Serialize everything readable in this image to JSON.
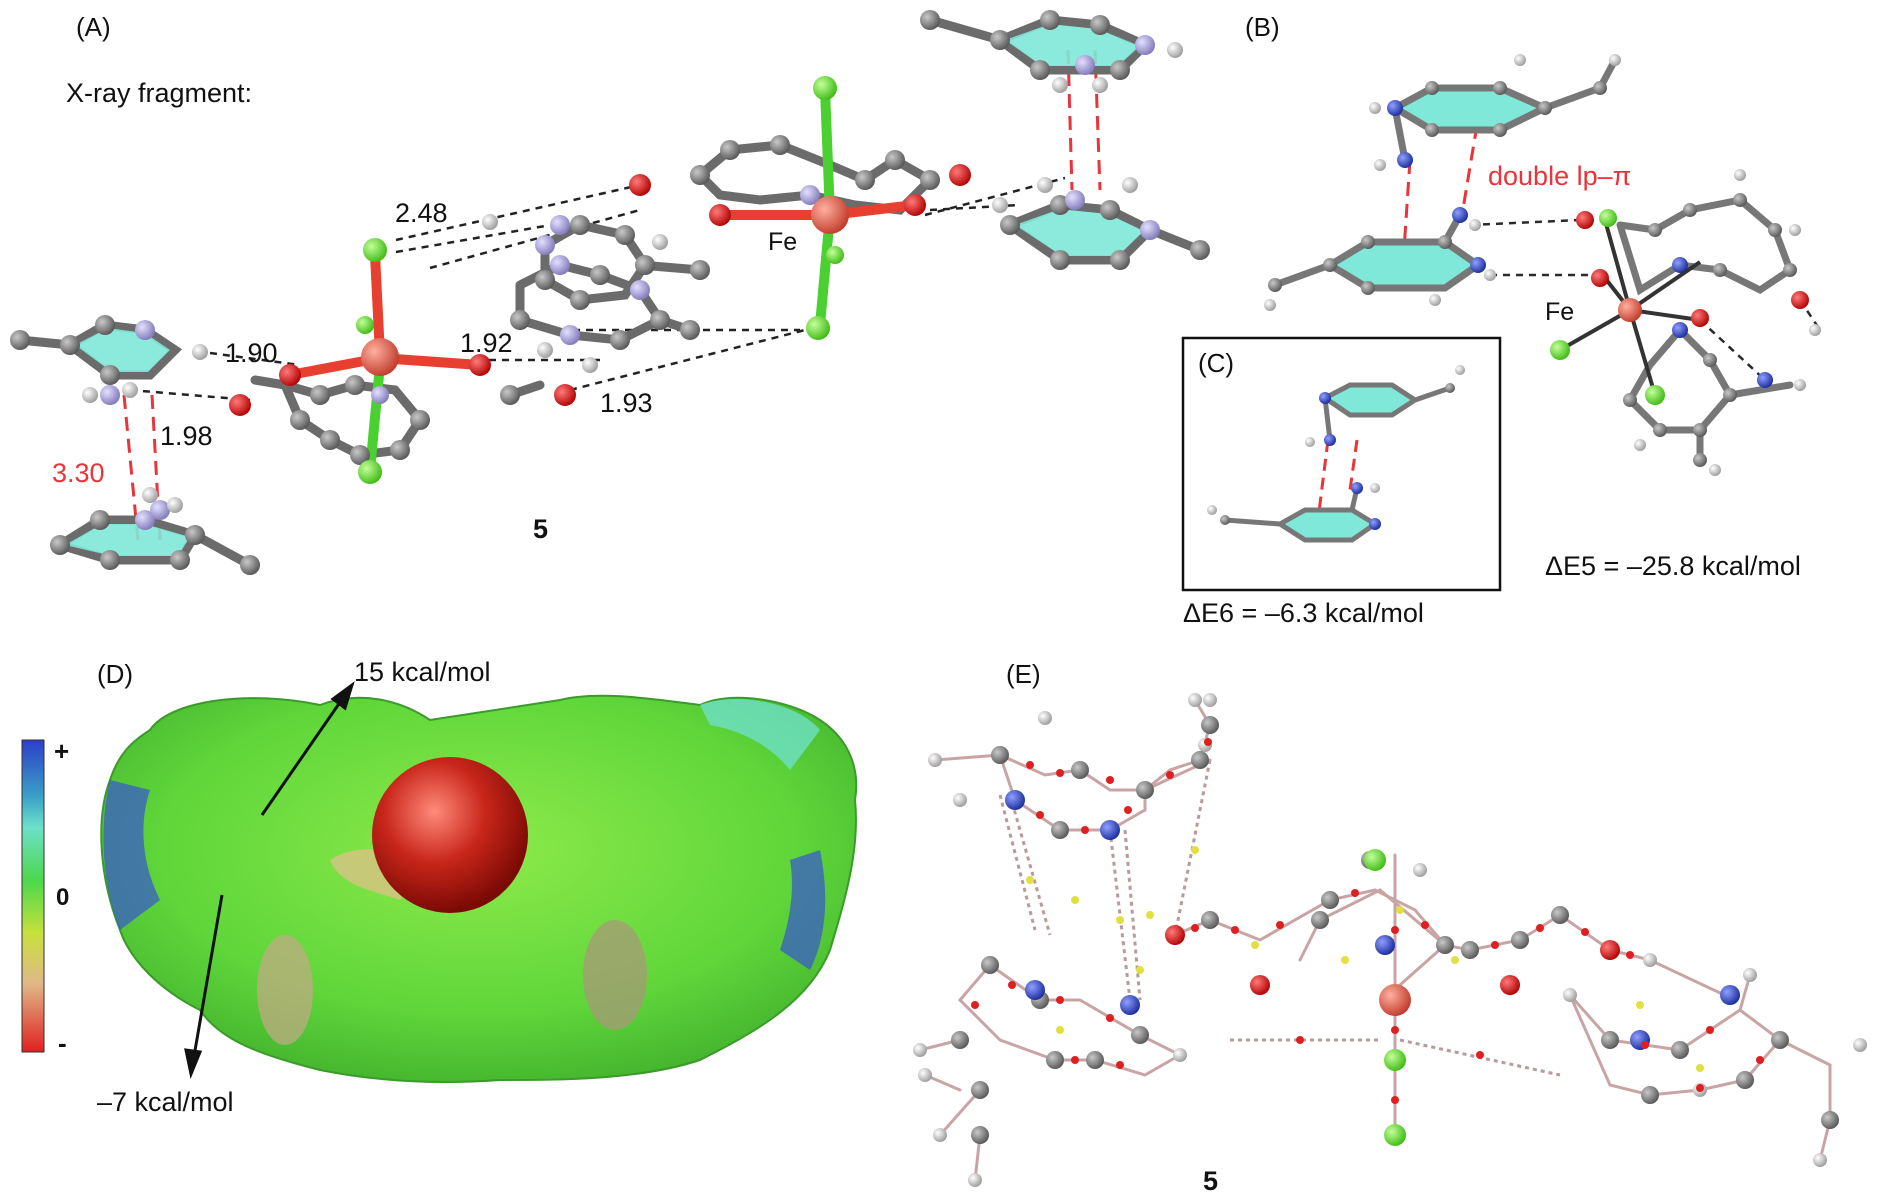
{
  "panels": {
    "A": "(A)",
    "B": "(B)",
    "C": "(C)",
    "D": "(D)",
    "E": "(E)"
  },
  "xray_fragment": "X-ray fragment:",
  "compound_label_a": "5",
  "compound_label_e": "5",
  "fe_label_a": "Fe",
  "fe_label_b": "Fe",
  "distances": {
    "d248": "2.48",
    "d190": "1.90",
    "d192": "1.92",
    "d198": "1.98",
    "d193": "1.93",
    "d330": "3.30"
  },
  "double_lp_pi": "double lp–π",
  "energy_5": "ΔE5 = –25.8 kcal/mol",
  "energy_6": "ΔE6 = –6.3 kcal/mol",
  "mep_max": "15 kcal/mol",
  "mep_min": "–7 kcal/mol",
  "scale": {
    "plus": "+",
    "zero": "0",
    "minus": "-"
  },
  "colors": {
    "carbon": "#707070",
    "nitrogen_a": "#a9a3d6",
    "nitrogen_b": "#3046c8",
    "oxygen": "#e01818",
    "chlorine": "#6fe03a",
    "iron": "#e8665a",
    "hydrogen": "#d8d8d8",
    "ring_fill": "#7fe8d8",
    "contact": "#e8343a"
  }
}
